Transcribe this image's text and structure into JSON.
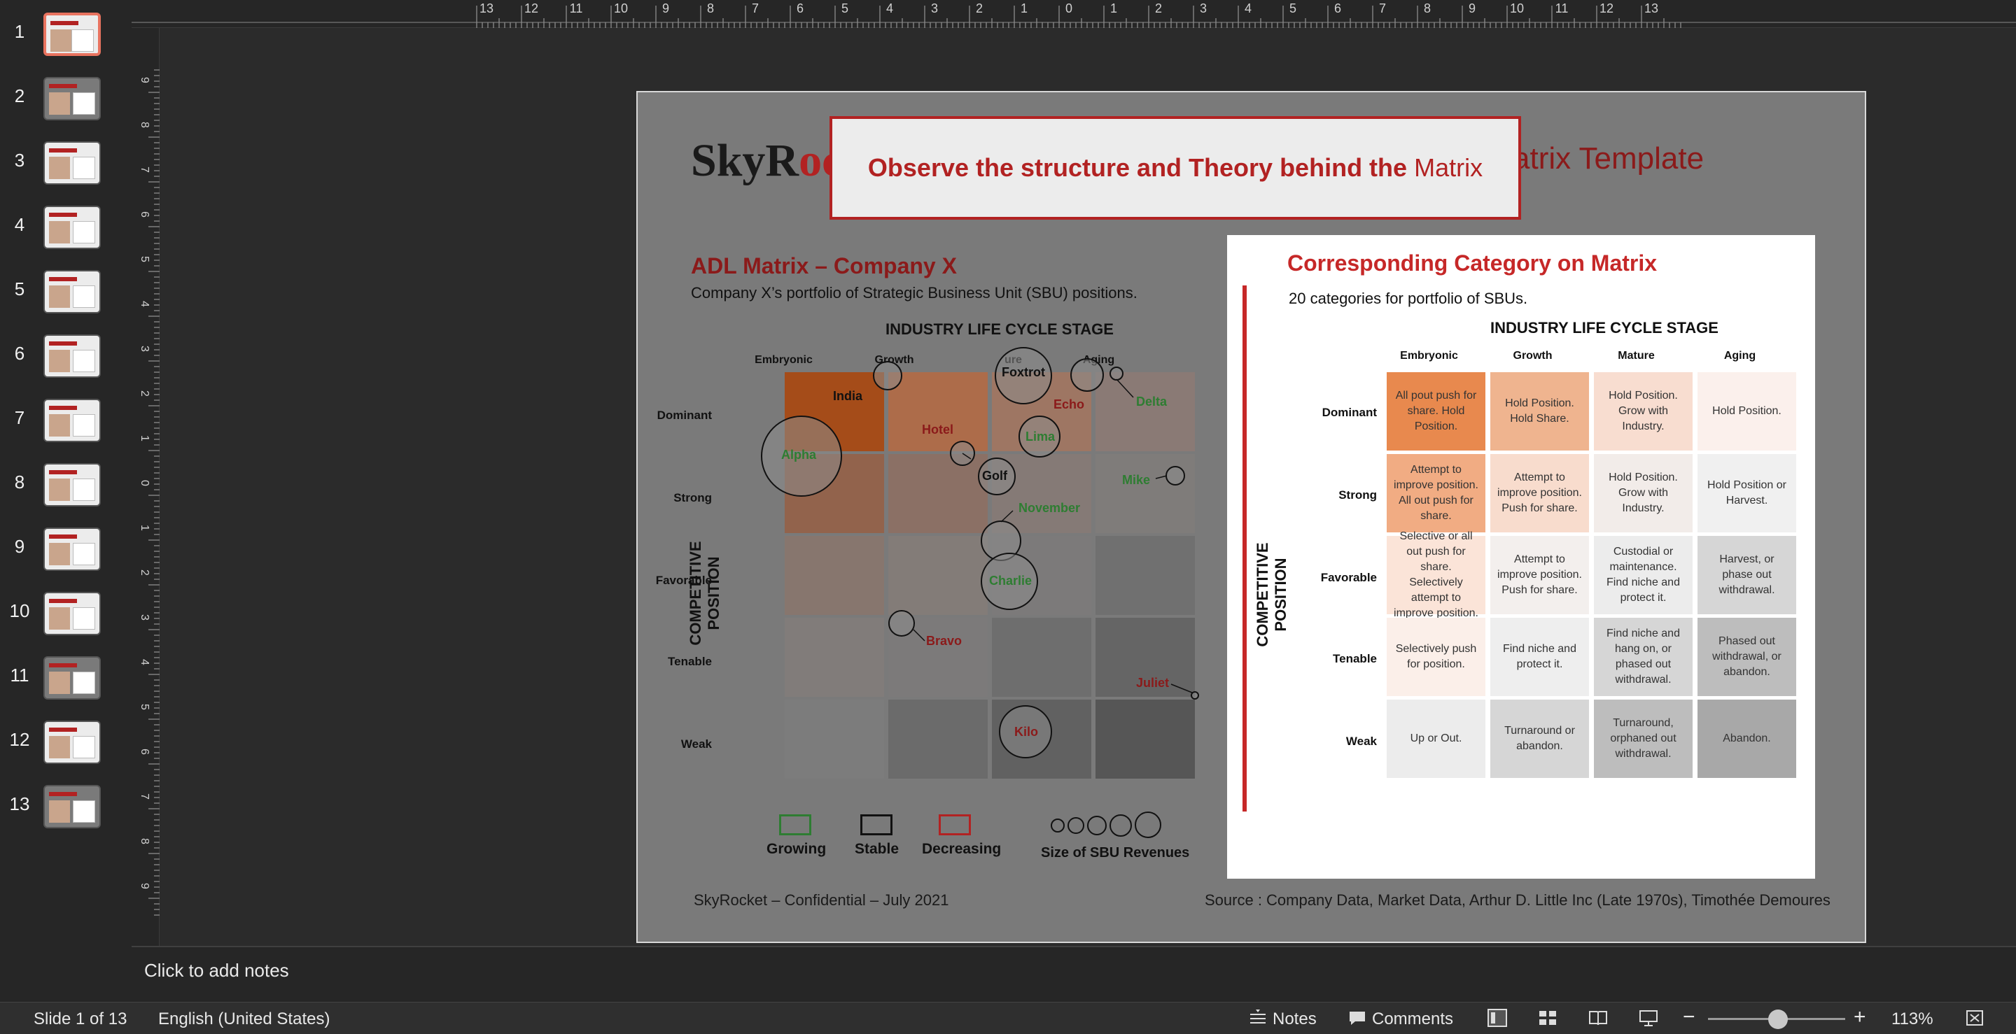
{
  "thumbnails": {
    "numbers": [
      "1",
      "2",
      "3",
      "4",
      "5",
      "6",
      "7",
      "8",
      "9",
      "10",
      "11",
      "12",
      "13"
    ],
    "active": 0
  },
  "ruler": {
    "top_labels": [
      "13",
      "12",
      "11",
      "10",
      "9",
      "8",
      "7",
      "6",
      "5",
      "4",
      "3",
      "2",
      "1",
      "0",
      "1",
      "2",
      "3",
      "4",
      "5",
      "6",
      "7",
      "8",
      "9",
      "10",
      "11",
      "12",
      "13"
    ],
    "left_labels": [
      "9",
      "8",
      "7",
      "6",
      "5",
      "4",
      "3",
      "2",
      "1",
      "0",
      "1",
      "2",
      "3",
      "4",
      "5",
      "6",
      "7",
      "8",
      "9"
    ]
  },
  "slide": {
    "logo_a": "SkyR",
    "logo_b": "oc",
    "title_right": "atrix Template",
    "callout_bold": "Observe the structure and Theory behind the ",
    "callout_plain": "Matrix",
    "left": {
      "heading": "ADL Matrix – Company X",
      "subheading": "Company X’s portfolio of Strategic Business Unit (SBU) positions.",
      "x_axis_title": "INDUSTRY LIFE CYCLE STAGE",
      "y_axis_title": "COMPETITIVE POSITION",
      "columns": [
        "Embryonic",
        "Growth",
        "ure",
        "Aging"
      ],
      "rows": [
        "Dominant",
        "Strong",
        "Favorable",
        "Tenable",
        "Weak"
      ],
      "bubbles": {
        "india": "India",
        "alpha": "Alpha",
        "hotel": "Hotel",
        "foxtrot": "Foxtrot",
        "echo": "Echo",
        "delta": "Delta",
        "lima": "Lima",
        "golf": "Golf",
        "mike": "Mike",
        "november": "November",
        "charlie": "Charlie",
        "bravo": "Bravo",
        "juliet": "Juliet",
        "kilo": "Kilo"
      },
      "legend": {
        "growing": "Growing",
        "stable": "Stable",
        "decreasing": "Decreasing",
        "size": "Size of SBU Revenues"
      },
      "colors": {
        "growing": "#2e7d32",
        "stable": "#111111",
        "decreasing": "#b22222"
      }
    },
    "right": {
      "heading": "Corresponding Category on Matrix",
      "subheading": "20 categories for portfolio of SBUs.",
      "x_axis_title": "INDUSTRY LIFE CYCLE STAGE",
      "y_axis_title": "COMPETITIVE POSITION",
      "columns": [
        "Embryonic",
        "Growth",
        "Mature",
        "Aging"
      ],
      "rows": [
        "Dominant",
        "Strong",
        "Favorable",
        "Tenable",
        "Weak"
      ],
      "cells": [
        [
          "All pout push for share. Hold Position.",
          "Hold Position. Hold Share.",
          "Hold Position. Grow with Industry.",
          "Hold Position."
        ],
        [
          "Attempt to improve position. All out push for share.",
          "Attempt to improve position. Push for share.",
          "Hold Position. Grow with Industry.",
          "Hold Position or Harvest."
        ],
        [
          "Selective or all out push for share. Selectively attempt to improve position.",
          "Attempt to improve position. Push for share.",
          "Custodial or maintenance. Find niche and protect it.",
          "Harvest, or phase out withdrawal."
        ],
        [
          "Selectively push for position.",
          "Find niche and protect it.",
          "Find niche and hang on, or phased out withdrawal.",
          "Phased out withdrawal, or abandon."
        ],
        [
          "Up or Out.",
          "Turnaround or abandon.",
          "Turnaround, orphaned out withdrawal.",
          "Abandon."
        ]
      ]
    },
    "footer_left": "SkyRocket – Confidential – July 2021",
    "footer_right": "Source : Company Data, Market Data, Arthur D. Little Inc (Late 1970s), Timothée Demoures"
  },
  "notes": {
    "placeholder": "Click to add notes"
  },
  "status": {
    "slide_counter": "Slide 1 of 13",
    "language": "English (United States)",
    "notes_label": "Notes",
    "comments_label": "Comments",
    "zoom": "113%"
  }
}
